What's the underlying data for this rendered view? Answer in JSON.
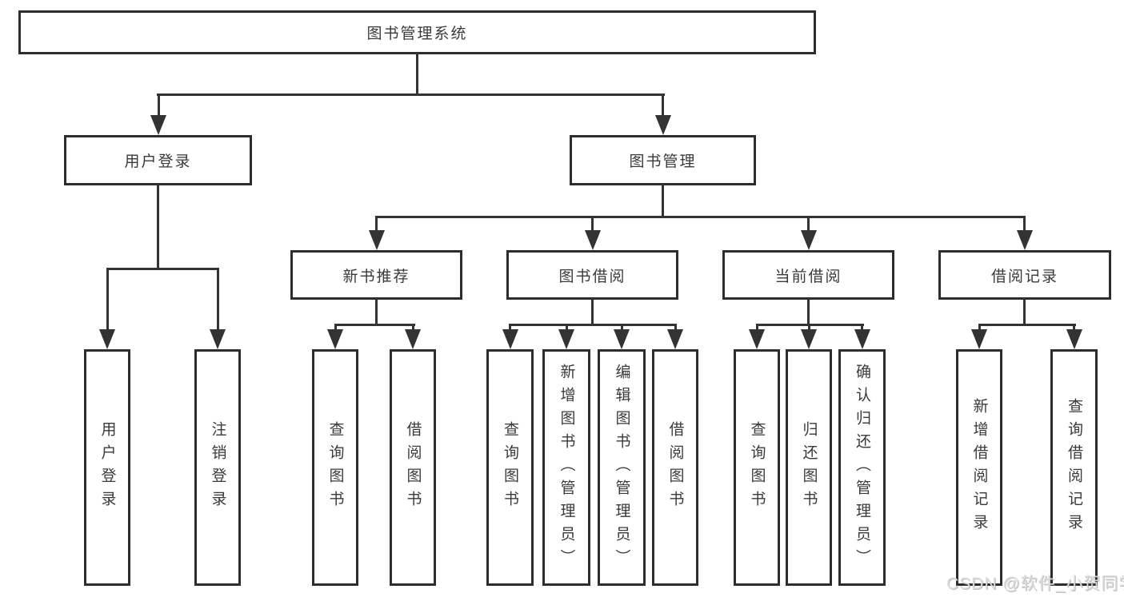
{
  "tree": {
    "label": "图书管理系统",
    "children": [
      {
        "label": "用户登录",
        "children": [
          {
            "label": "用户登录"
          },
          {
            "label": "注销登录"
          }
        ]
      },
      {
        "label": "图书管理",
        "children": [
          {
            "label": "新书推荐",
            "children": [
              {
                "label": "查询图书"
              },
              {
                "label": "借阅图书"
              }
            ]
          },
          {
            "label": "图书借阅",
            "children": [
              {
                "label": "查询图书"
              },
              {
                "label": "新增图书（管理员）"
              },
              {
                "label": "编辑图书（管理员）"
              },
              {
                "label": "借阅图书"
              }
            ]
          },
          {
            "label": "当前借阅",
            "children": [
              {
                "label": "查询图书"
              },
              {
                "label": "归还图书"
              },
              {
                "label": "确认归还（管理员）"
              }
            ]
          },
          {
            "label": "借阅记录",
            "children": [
              {
                "label": "新增借阅记录"
              },
              {
                "label": "查询借阅记录"
              }
            ]
          }
        ]
      }
    ]
  },
  "watermark": {
    "text": "CSDN @软件_小贺同学"
  },
  "colors": {
    "line": "#333333",
    "box_border": "#2d2d2d",
    "text": "#3a3a3a",
    "background": "#ffffff",
    "watermark": "#dcdcdc"
  }
}
